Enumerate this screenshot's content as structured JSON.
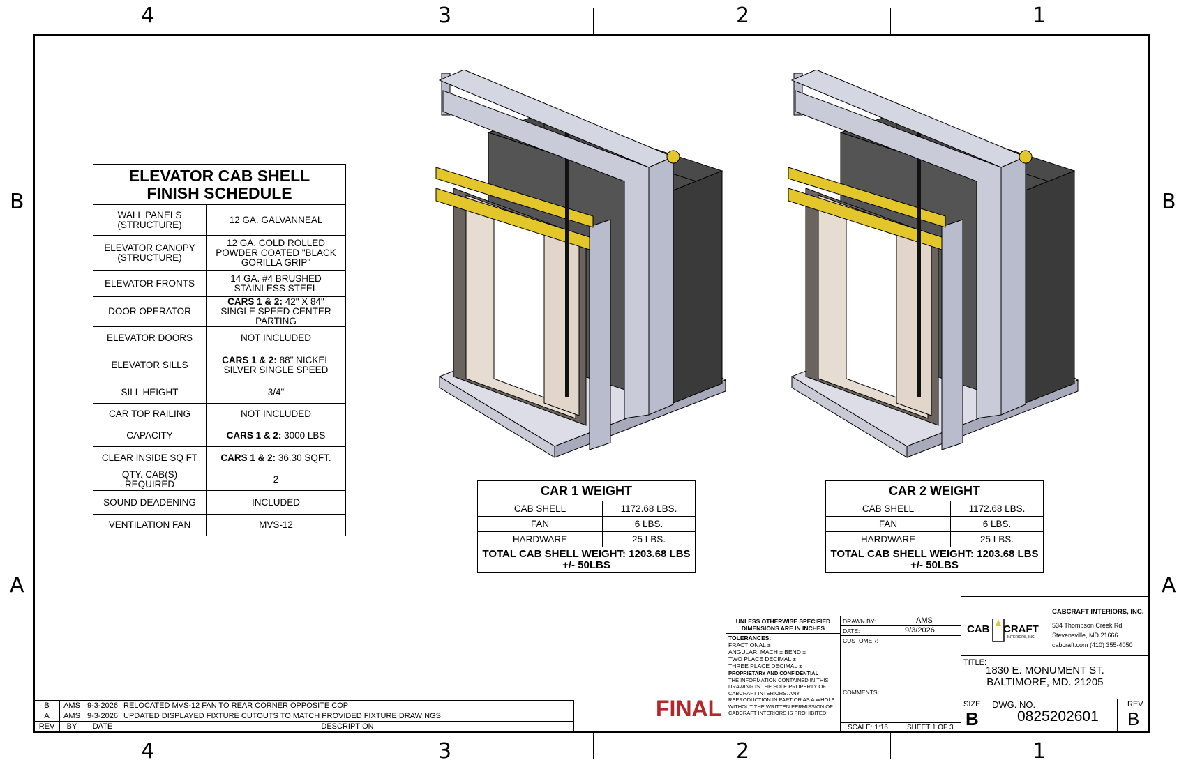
{
  "zones": {
    "top": [
      "4",
      "3",
      "2",
      "1"
    ],
    "bottom": [
      "4",
      "3",
      "2",
      "1"
    ],
    "left": [
      "B",
      "A"
    ],
    "right": [
      "B",
      "A"
    ]
  },
  "schedule": {
    "title_line1": "ELEVATOR CAB SHELL",
    "title_line2": "FINISH SCHEDULE",
    "rows": [
      {
        "label": "WALL PANELS (STRUCTURE)",
        "value": "12 GA. GALVANNEAL"
      },
      {
        "label": "ELEVATOR CANOPY (STRUCTURE)",
        "value": "12 GA. COLD ROLLED POWDER COATED \"BLACK GORILLA GRIP\""
      },
      {
        "label": "ELEVATOR FRONTS",
        "value": "14 GA. #4 BRUSHED STAINLESS STEEL"
      },
      {
        "label": "DOOR OPERATOR",
        "prefix": "CARS 1 & 2:",
        "value": " 42\" X 84\" SINGLE SPEED CENTER PARTING"
      },
      {
        "label": "ELEVATOR DOORS",
        "value": "NOT INCLUDED"
      },
      {
        "label": "ELEVATOR SILLS",
        "prefix": "CARS 1 & 2:",
        "value": " 88\" NICKEL SILVER SINGLE SPEED"
      },
      {
        "label": "SILL HEIGHT",
        "value": "3/4\""
      },
      {
        "label": "CAR TOP RAILING",
        "value": "NOT INCLUDED"
      },
      {
        "label": "CAPACITY",
        "prefix": "CARS 1 & 2:",
        "value": " 3000 LBS"
      },
      {
        "label": "CLEAR INSIDE SQ FT",
        "prefix": "CARS 1 & 2:",
        "value": " 36.30 SQFT."
      },
      {
        "label": "QTY. CAB(S) REQUIRED",
        "value": "2"
      },
      {
        "label": "SOUND DEADENING",
        "value": "INCLUDED"
      },
      {
        "label": "VENTILATION FAN",
        "value": "MVS-12"
      }
    ]
  },
  "car1": {
    "title": "CAR 1 WEIGHT",
    "rows": [
      {
        "label": "CAB SHELL",
        "value": "1172.68 LBS."
      },
      {
        "label": "FAN",
        "value": "6 LBS."
      },
      {
        "label": "HARDWARE",
        "value": "25 LBS."
      }
    ],
    "total_line1": "TOTAL CAB SHELL WEIGHT: 1203.68 LBS",
    "total_line2": "+/- 50LBS"
  },
  "car2": {
    "title": "CAR 2 WEIGHT",
    "rows": [
      {
        "label": "CAB SHELL",
        "value": "1172.68 LBS."
      },
      {
        "label": "FAN",
        "value": "6 LBS."
      },
      {
        "label": "HARDWARE",
        "value": "25 LBS."
      }
    ],
    "total_line1": "TOTAL CAB SHELL WEIGHT: 1203.68 LBS",
    "total_line2": "+/- 50LBS"
  },
  "revisions": {
    "rows": [
      {
        "rev": "B",
        "by": "AMS",
        "date": "9-3-2026",
        "desc": "RELOCATED MVS-12 FAN TO REAR CORNER OPPOSITE COP"
      },
      {
        "rev": "A",
        "by": "AMS",
        "date": "9-3-2026",
        "desc": "UPDATED DISPLAYED FIXTURE CUTOUTS TO MATCH PROVIDED FIXTURE DRAWINGS"
      }
    ],
    "header": {
      "rev": "REV",
      "by": "BY",
      "date": "DATE",
      "desc": "DESCRIPTION"
    }
  },
  "stamp": "FINAL",
  "titleblock": {
    "spec_line1": "UNLESS OTHERWISE SPECIFIED",
    "spec_line2": "DIMENSIONS ARE IN INCHES",
    "tolerances": "TOLERANCES:",
    "fractional": "FRACTIONAL ±",
    "angular": "ANGULAR: MACH ±    BEND ±",
    "two_place": "TWO PLACE DECIMAL    ±",
    "three_place": "THREE PLACE DECIMAL  ±",
    "prop_title": "PROPRIETARY AND CONFIDENTIAL",
    "prop_text": "THE INFORMATION CONTAINED IN THIS DRAWING IS THE SOLE PROPERTY OF CABCRAFT INTERIORS. ANY REPRODUCTION IN PART OR AS A WHOLE WITHOUT THE WRITTEN PERMISSION OF CABCRAFT INTERIORS IS PROHIBITED.",
    "drawn_by_label": "DRAWN BY:",
    "drawn_by": "AMS",
    "date_label": "DATE:",
    "date": "9/3/2026",
    "customer_label": "CUSTOMER:",
    "comments_label": "COMMENTS:",
    "scale": "SCALE: 1:16",
    "sheet": "SHEET 1 OF 3",
    "logo_left": "CAB",
    "logo_right": "CRAFT",
    "logo_sub": "INTERIORS, INC.",
    "company": "CABCRAFT INTERIORS, INC.",
    "addr1": "534 Thompson Creek Rd",
    "addr2": "Stevensville, MD 21666",
    "addr3": "cabcraft.com  (410) 355-4050",
    "title_label": "TITLE:",
    "title1": "1830 E. MONUMENT ST.",
    "title2": "BALTIMORE, MD. 21205",
    "size_label": "SIZE",
    "size": "B",
    "dwg_label": "DWG.  NO.",
    "dwg_no": "0825202601",
    "rev_label": "REV",
    "rev": "B"
  },
  "colors": {
    "stamp": "#b3262a",
    "yellow": "#e3c62a",
    "dark_panel": "#4a4a4a",
    "frame_steel": "#b9bccc"
  }
}
